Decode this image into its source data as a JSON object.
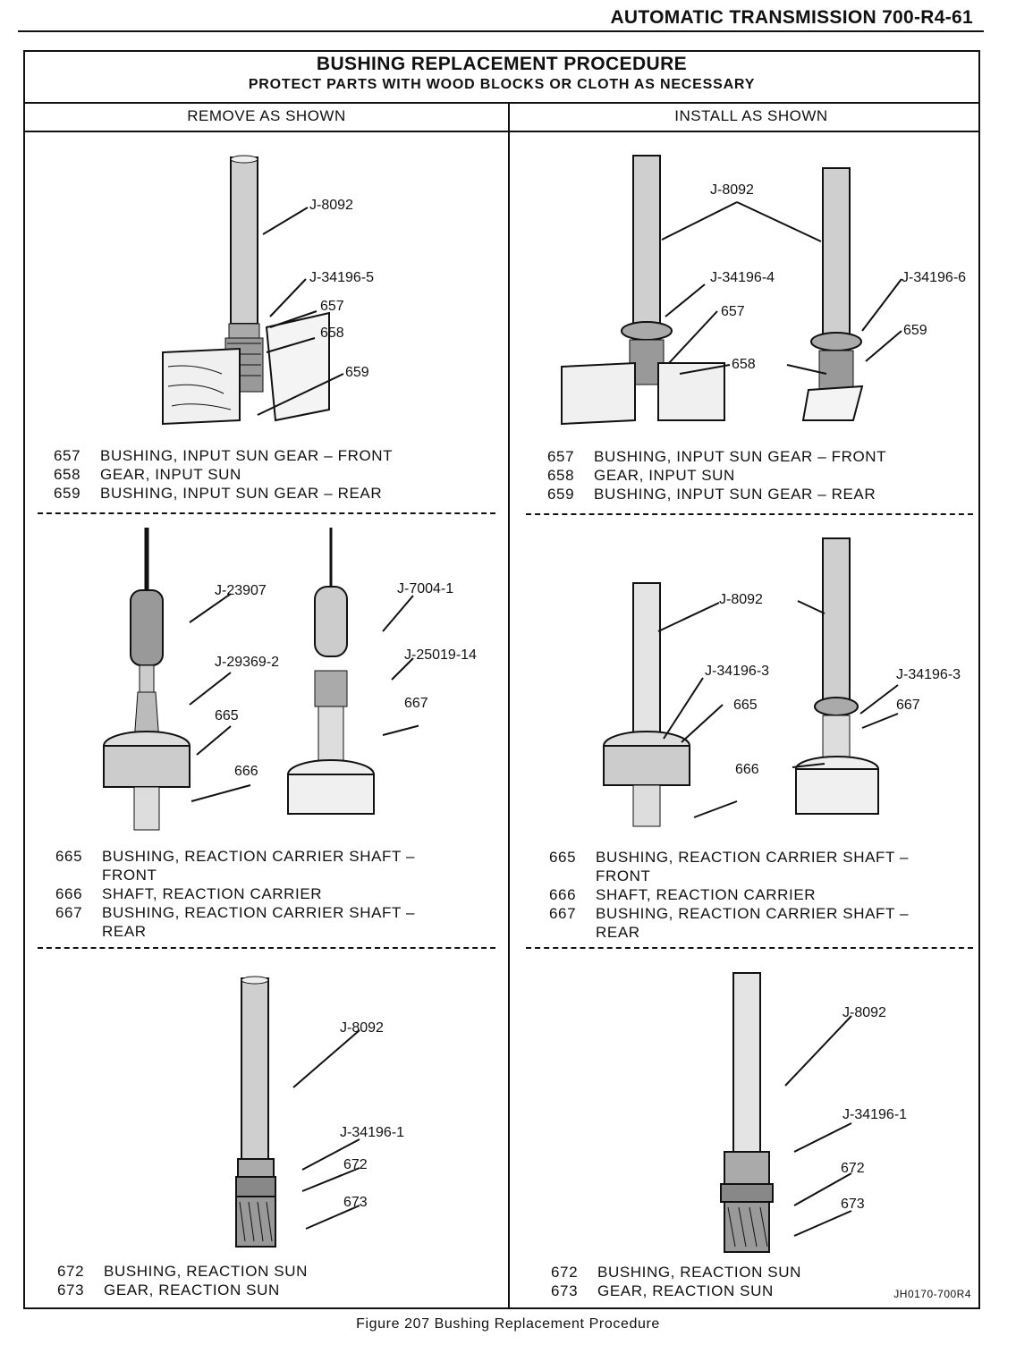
{
  "header": {
    "title": "AUTOMATIC TRANSMISSION  700-R4-61"
  },
  "box": {
    "title": "BUSHING REPLACEMENT PROCEDURE",
    "subtitle": "PROTECT PARTS WITH WOOD BLOCKS OR CLOTH AS NECESSARY",
    "col_left": "REMOVE AS SHOWN",
    "col_right": "INSTALL AS SHOWN",
    "code": "JH0170-700R4"
  },
  "sections": [
    {
      "remove_labels": [
        "J-8092",
        "J-34196-5",
        "657",
        "658",
        "659"
      ],
      "install_labels": [
        "J-8092",
        "J-34196-4",
        "657",
        "658",
        "J-34196-6",
        "659"
      ],
      "parts": [
        {
          "num": "657",
          "desc": "BUSHING, INPUT SUN GEAR – FRONT"
        },
        {
          "num": "658",
          "desc": "GEAR, INPUT SUN"
        },
        {
          "num": "659",
          "desc": "BUSHING, INPUT SUN GEAR – REAR"
        }
      ]
    },
    {
      "remove_labels": [
        "J-23907",
        "J-29369-2",
        "665",
        "666",
        "J-7004-1",
        "J-25019-14",
        "667"
      ],
      "install_labels": [
        "J-8092",
        "J-34196-3",
        "665",
        "666",
        "J-34196-3",
        "667"
      ],
      "parts": [
        {
          "num": "665",
          "desc": "BUSHING, REACTION CARRIER SHAFT –"
        },
        {
          "num": "",
          "desc": "FRONT"
        },
        {
          "num": "666",
          "desc": "SHAFT, REACTION CARRIER"
        },
        {
          "num": "667",
          "desc": "BUSHING, REACTION CARRIER SHAFT –"
        },
        {
          "num": "",
          "desc": "REAR"
        }
      ]
    },
    {
      "remove_labels": [
        "J-8092",
        "J-34196-1",
        "672",
        "673"
      ],
      "install_labels": [
        "J-8092",
        "J-34196-1",
        "672",
        "673"
      ],
      "parts": [
        {
          "num": "672",
          "desc": "BUSHING, REACTION SUN"
        },
        {
          "num": "673",
          "desc": "GEAR, REACTION SUN"
        }
      ]
    }
  ],
  "caption": "Figure 207 Bushing Replacement Procedure"
}
